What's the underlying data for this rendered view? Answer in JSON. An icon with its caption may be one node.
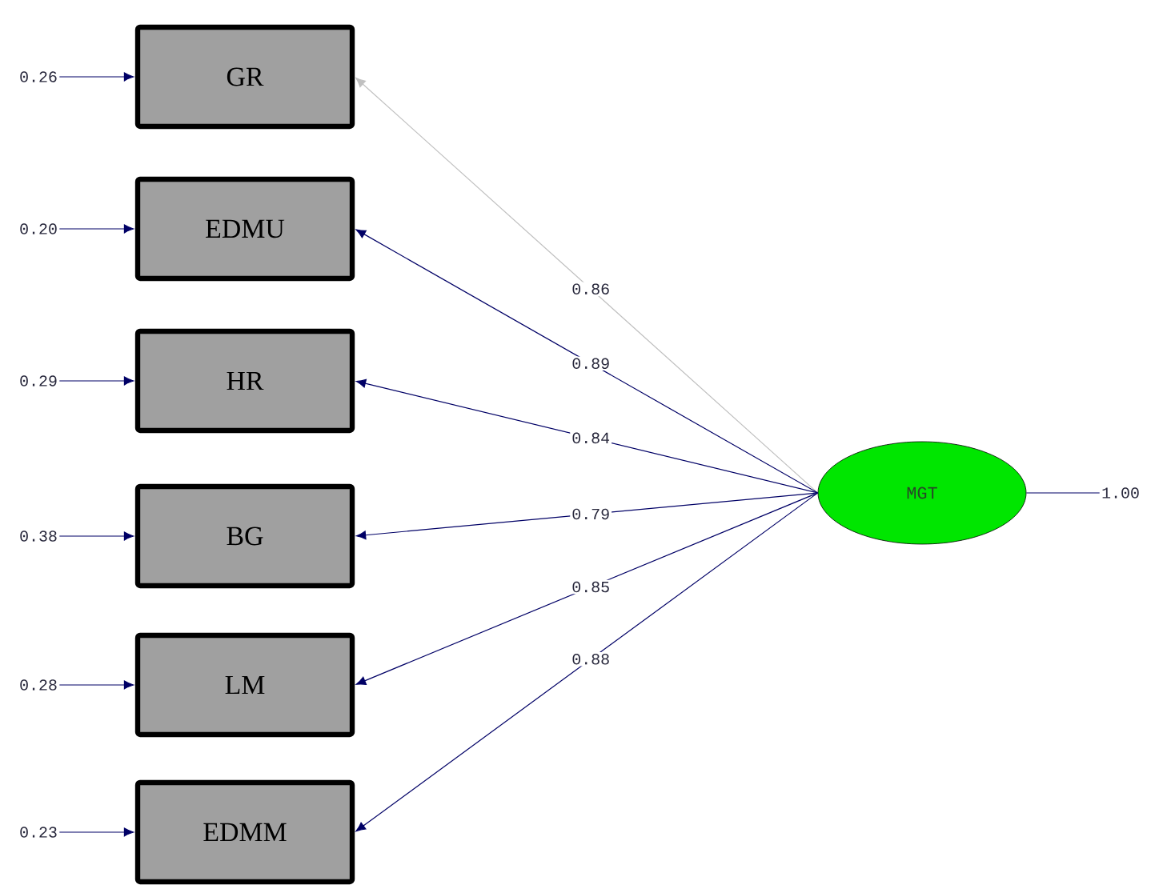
{
  "diagram": {
    "nodes": [
      {
        "text": [
          "GR"
        ]
      },
      {
        "text": [
          "EDMU"
        ]
      },
      {
        "text": [
          "HR"
        ]
      },
      {
        "text": [
          "BG"
        ]
      },
      {
        "text": [
          "LM"
        ]
      },
      {
        "text": [
          "EDMM"
        ]
      },
      {
        "text": [
          "MGT"
        ]
      },
      {
        "text": [
          "0.26"
        ]
      },
      {
        "text": [
          "0.20"
        ]
      },
      {
        "text": [
          "0.29"
        ]
      },
      {
        "text": [
          "0.38"
        ]
      },
      {
        "text": [
          "0.28"
        ]
      },
      {
        "text": [
          "0.23"
        ]
      },
      {
        "text": [
          "1.00"
        ]
      }
    ],
    "edges": [
      {
        "from": 6,
        "to": 0,
        "arrow": "to",
        "label": "0.86",
        "color": "#c0c0c0"
      },
      {
        "from": 6,
        "to": 1,
        "arrow": "to",
        "label": "0.89"
      },
      {
        "from": 6,
        "to": 2,
        "arrow": "to",
        "label": "0.84"
      },
      {
        "from": 6,
        "to": 3,
        "arrow": "to",
        "label": "0.79"
      },
      {
        "from": 6,
        "to": 4,
        "arrow": "to",
        "label": "0.85"
      },
      {
        "from": 6,
        "to": 5,
        "arrow": "to",
        "label": "0.88"
      },
      {
        "from": 7,
        "to": 0,
        "arrow": "to"
      },
      {
        "from": 8,
        "to": 1,
        "arrow": "to"
      },
      {
        "from": 9,
        "to": 2,
        "arrow": "to"
      },
      {
        "from": 10,
        "to": 3,
        "arrow": "to"
      },
      {
        "from": 11,
        "to": 4,
        "arrow": "to"
      },
      {
        "from": 12,
        "to": 5,
        "arrow": "to"
      },
      {
        "from": 13,
        "to": 6,
        "arrow": "none"
      }
    ]
  }
}
